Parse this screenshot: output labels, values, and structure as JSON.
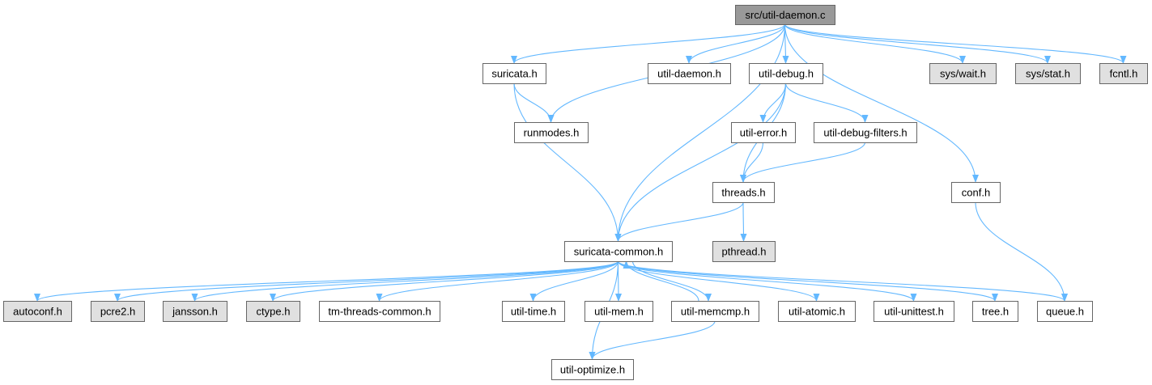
{
  "colors": {
    "root_fill": "#999999",
    "local_fill": "#ffffff",
    "system_fill": "#e0e0e0",
    "edge": "#63b8ff",
    "border": "#666666"
  },
  "nodes": [
    {
      "id": "root",
      "label": "src/util-daemon.c",
      "kind": "root"
    },
    {
      "id": "suricata",
      "label": "suricata.h",
      "kind": "local"
    },
    {
      "id": "daemon_h",
      "label": "util-daemon.h",
      "kind": "local"
    },
    {
      "id": "debug",
      "label": "util-debug.h",
      "kind": "local"
    },
    {
      "id": "wait",
      "label": "sys/wait.h",
      "kind": "system"
    },
    {
      "id": "stat",
      "label": "sys/stat.h",
      "kind": "system"
    },
    {
      "id": "fcntl",
      "label": "fcntl.h",
      "kind": "system"
    },
    {
      "id": "runmodes",
      "label": "runmodes.h",
      "kind": "local"
    },
    {
      "id": "error",
      "label": "util-error.h",
      "kind": "local"
    },
    {
      "id": "filters",
      "label": "util-debug-filters.h",
      "kind": "local"
    },
    {
      "id": "threads",
      "label": "threads.h",
      "kind": "local"
    },
    {
      "id": "conf",
      "label": "conf.h",
      "kind": "local"
    },
    {
      "id": "common",
      "label": "suricata-common.h",
      "kind": "local"
    },
    {
      "id": "pthread",
      "label": "pthread.h",
      "kind": "system"
    },
    {
      "id": "autoconf",
      "label": "autoconf.h",
      "kind": "system"
    },
    {
      "id": "pcre2",
      "label": "pcre2.h",
      "kind": "system"
    },
    {
      "id": "jansson",
      "label": "jansson.h",
      "kind": "system"
    },
    {
      "id": "ctype",
      "label": "ctype.h",
      "kind": "system"
    },
    {
      "id": "tmthreads",
      "label": "tm-threads-common.h",
      "kind": "local"
    },
    {
      "id": "time",
      "label": "util-time.h",
      "kind": "local"
    },
    {
      "id": "mem",
      "label": "util-mem.h",
      "kind": "local"
    },
    {
      "id": "memcmp",
      "label": "util-memcmp.h",
      "kind": "local"
    },
    {
      "id": "atomic",
      "label": "util-atomic.h",
      "kind": "local"
    },
    {
      "id": "unittest",
      "label": "util-unittest.h",
      "kind": "local"
    },
    {
      "id": "tree",
      "label": "tree.h",
      "kind": "local"
    },
    {
      "id": "queue",
      "label": "queue.h",
      "kind": "local"
    },
    {
      "id": "optimize",
      "label": "util-optimize.h",
      "kind": "local"
    }
  ],
  "edges": [
    [
      "root",
      "suricata"
    ],
    [
      "root",
      "daemon_h"
    ],
    [
      "root",
      "debug"
    ],
    [
      "root",
      "wait"
    ],
    [
      "root",
      "stat"
    ],
    [
      "root",
      "fcntl"
    ],
    [
      "root",
      "runmodes"
    ],
    [
      "root",
      "common"
    ],
    [
      "root",
      "conf"
    ],
    [
      "suricata",
      "runmodes"
    ],
    [
      "suricata",
      "common"
    ],
    [
      "debug",
      "error"
    ],
    [
      "debug",
      "filters"
    ],
    [
      "debug",
      "threads"
    ],
    [
      "debug",
      "common"
    ],
    [
      "error",
      "threads"
    ],
    [
      "filters",
      "threads"
    ],
    [
      "threads",
      "common"
    ],
    [
      "threads",
      "pthread"
    ],
    [
      "conf",
      "queue"
    ],
    [
      "common",
      "autoconf"
    ],
    [
      "common",
      "pcre2"
    ],
    [
      "common",
      "jansson"
    ],
    [
      "common",
      "ctype"
    ],
    [
      "common",
      "tmthreads"
    ],
    [
      "common",
      "time"
    ],
    [
      "common",
      "mem"
    ],
    [
      "common",
      "memcmp"
    ],
    [
      "common",
      "atomic"
    ],
    [
      "common",
      "unittest"
    ],
    [
      "common",
      "tree"
    ],
    [
      "common",
      "queue"
    ],
    [
      "common",
      "optimize"
    ],
    [
      "memcmp",
      "common"
    ],
    [
      "memcmp",
      "optimize"
    ]
  ]
}
